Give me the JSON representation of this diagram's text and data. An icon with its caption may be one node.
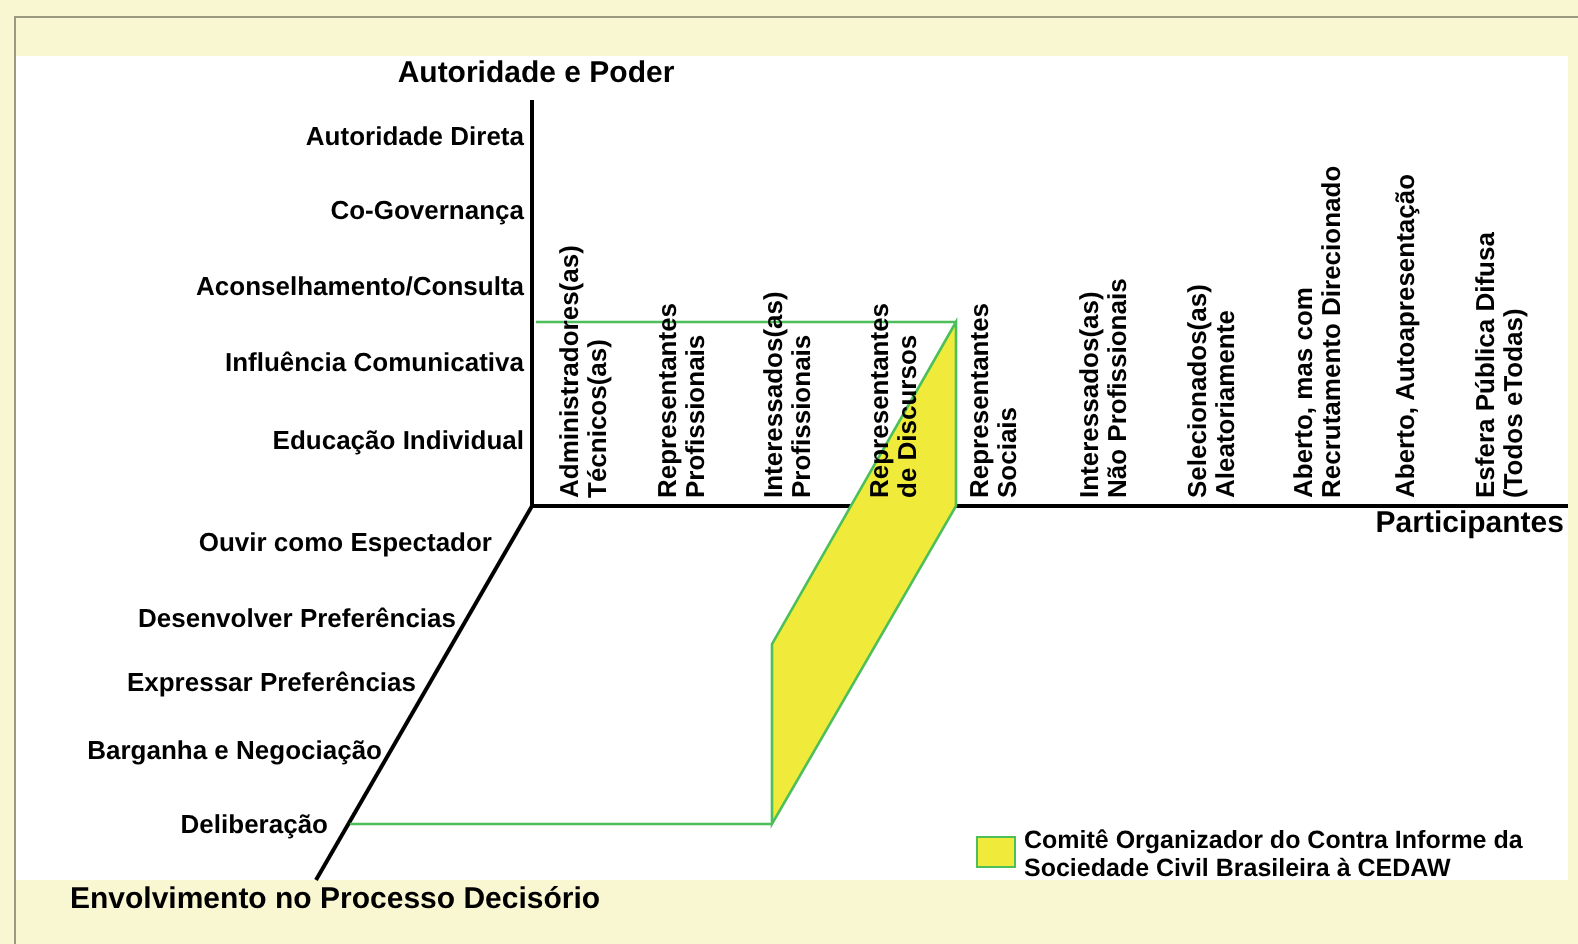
{
  "diagram": {
    "labels": [
      "Autoridade e Poder",
      "Autoridade Direta",
      "Co-Governança",
      "Aconselhamento/Consulta",
      "Influência Comunicativa",
      "Educação Individual",
      "Administradores(as) Técnicos(as)",
      "Representantes Profissionais",
      "Interessados(as) Profissionais",
      "Representantes de Discursos",
      "Representantes Sociais",
      "Interessados(as) Não Profissionais",
      "Selecionados(as) Aleatoriamente",
      "Aberto, mas com Recrutamento Direcionado",
      "Aberto, Autoapresentação",
      "Esfera Pública Difusa (Todos eTodas)",
      "Participantes",
      "Ouvir como Espectador",
      "Desenvolver Preferências",
      "Expressar Preferências",
      "Barganha e Negociação",
      "Deliberação",
      "Envolvimento no Processo Decisório"
    ],
    "legend": [
      {
        "text": "Comitê Organizador do Contra Informe da Sociedade Civil Brasileira à CEDAW",
        "color": "#f0eb3a"
      }
    ]
  }
}
